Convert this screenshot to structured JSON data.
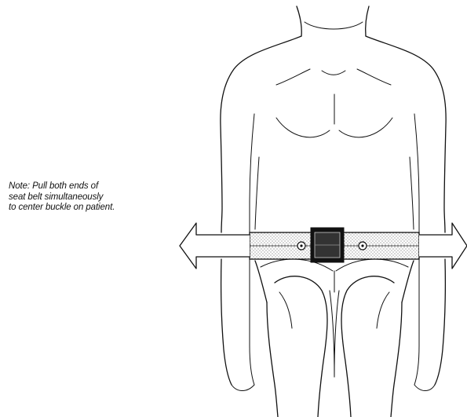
{
  "note": {
    "lines": [
      "Note: Pull both ends of",
      "seat belt simultaneously",
      "to center buckle on patient."
    ]
  },
  "colors": {
    "ink": "#111111",
    "background": "#ffffff",
    "belt_stipple": "#777777",
    "buckle_fill": "#111111"
  },
  "icons": {
    "left_arrow": "left-arrow-icon",
    "right_arrow": "right-arrow-icon",
    "buckle": "buckle-icon"
  }
}
